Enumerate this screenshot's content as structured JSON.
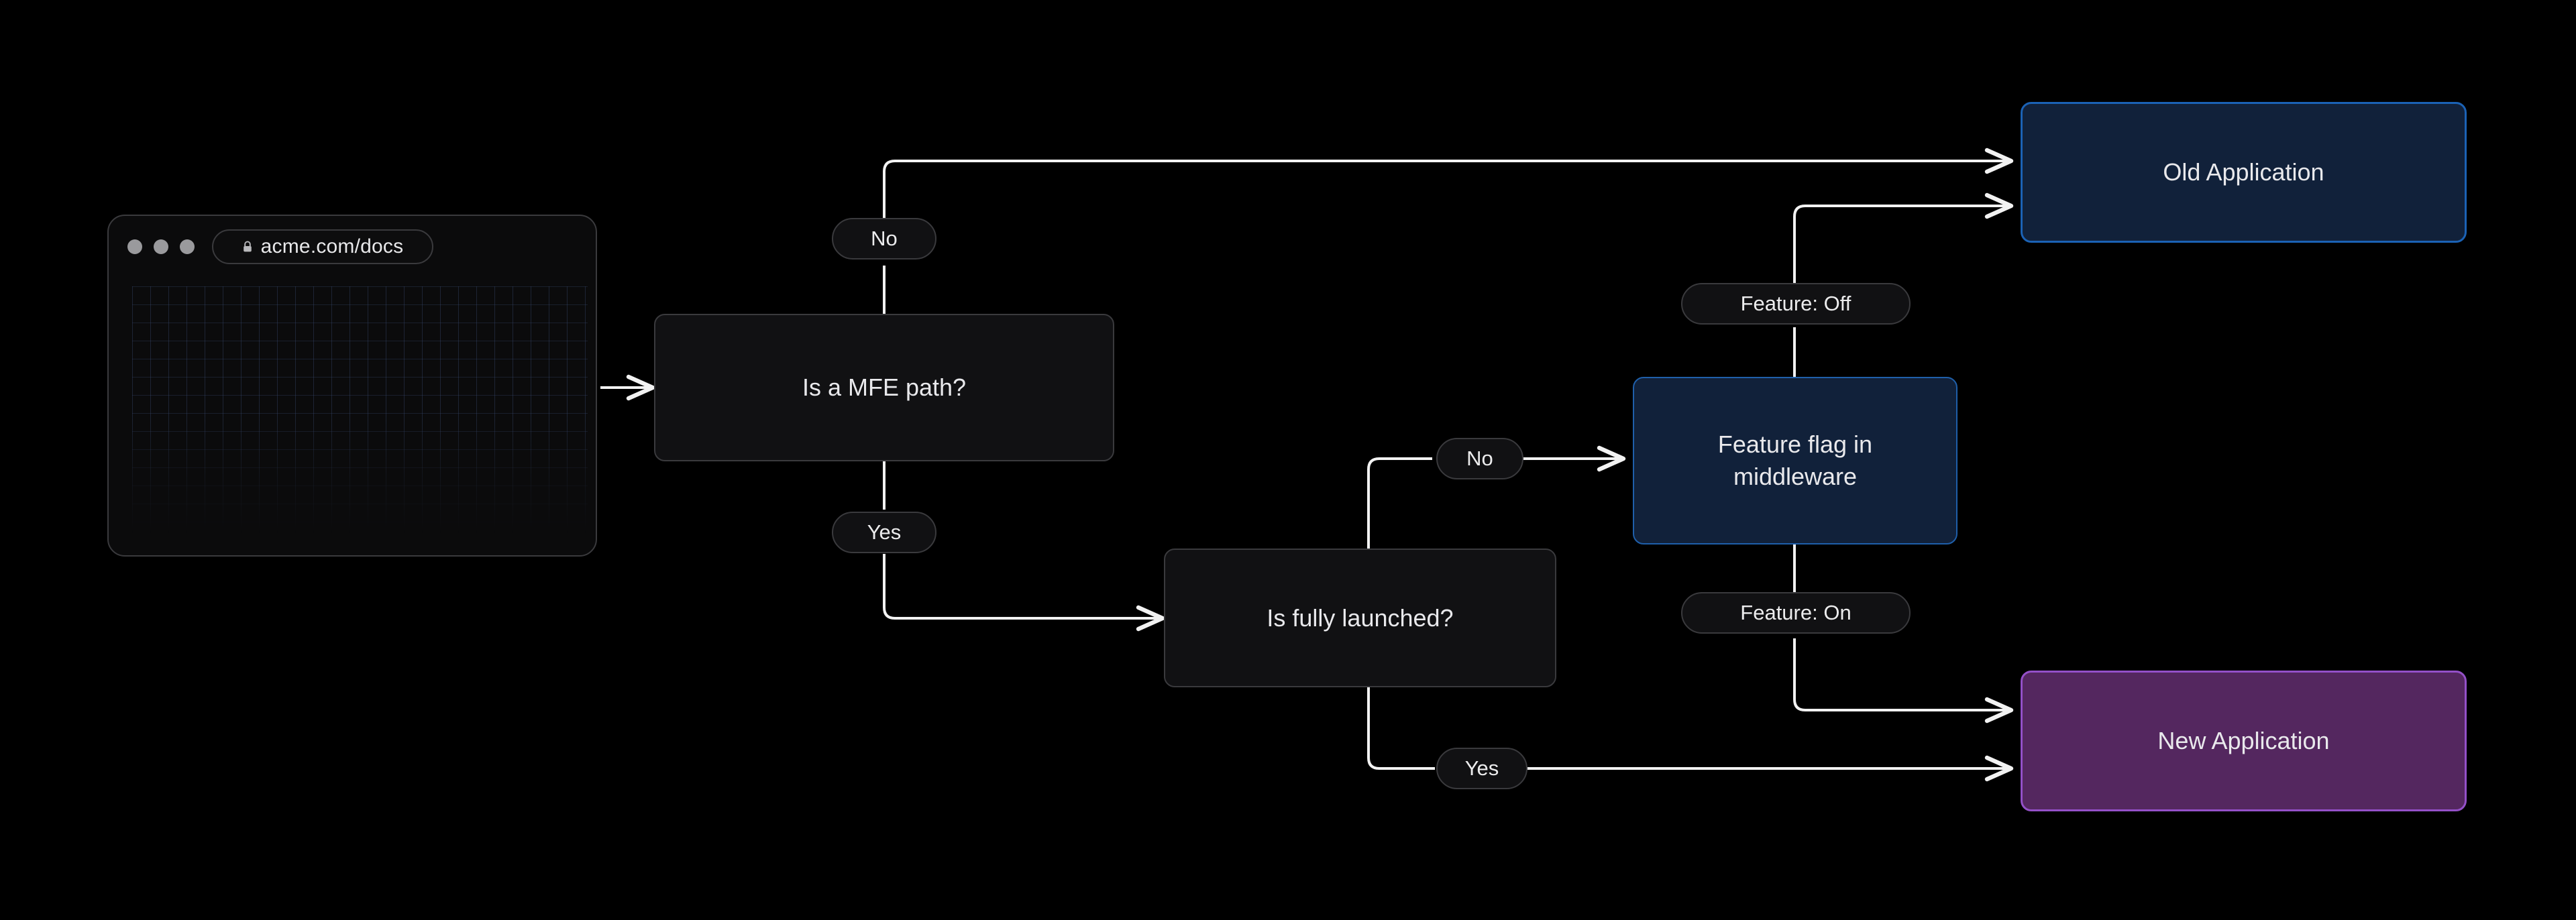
{
  "canvas": {
    "background": "#000000",
    "edge_color": "#f2f2f2"
  },
  "browser": {
    "name": "browser-window-mockup",
    "url": "acme.com/docs",
    "lock_icon": "lock-icon",
    "traffic_lights": [
      "close-dot",
      "minimize-dot",
      "maximize-dot"
    ],
    "traffic_light_color": "#9a9a9d",
    "border_color": "#3a3a3d",
    "content_placeholder": "grid-pattern"
  },
  "flow": {
    "nodes": [
      {
        "id": "is-mfe-path",
        "label": "Is a MFE path?",
        "kind": "decision",
        "bg": "#111113",
        "border": "#3a3a3d"
      },
      {
        "id": "is-fully-launched",
        "label": "Is fully launched?",
        "kind": "decision",
        "bg": "#111113",
        "border": "#3a3a3d"
      },
      {
        "id": "feature-flag-middleware",
        "label": "Feature flag in middleware",
        "kind": "process",
        "bg": "#11213a",
        "border": "#1f5faa"
      },
      {
        "id": "old-application",
        "label": "Old Application",
        "kind": "terminal",
        "bg": "#11213a",
        "border": "#1b62b5"
      },
      {
        "id": "new-application",
        "label": "New Application",
        "kind": "terminal",
        "bg": "#54275f",
        "border": "#9450c8"
      }
    ],
    "edge_labels": [
      {
        "id": "mfe-no",
        "label": "No",
        "from": "is-mfe-path",
        "to": "old-application"
      },
      {
        "id": "mfe-yes",
        "label": "Yes",
        "from": "is-mfe-path",
        "to": "is-fully-launched"
      },
      {
        "id": "launched-no",
        "label": "No",
        "from": "is-fully-launched",
        "to": "feature-flag-middleware"
      },
      {
        "id": "launched-yes",
        "label": "Yes",
        "from": "is-fully-launched",
        "to": "new-application"
      },
      {
        "id": "feature-off",
        "label": "Feature: Off",
        "from": "feature-flag-middleware",
        "to": "old-application"
      },
      {
        "id": "feature-on",
        "label": "Feature: On",
        "from": "feature-flag-middleware",
        "to": "new-application"
      }
    ]
  }
}
